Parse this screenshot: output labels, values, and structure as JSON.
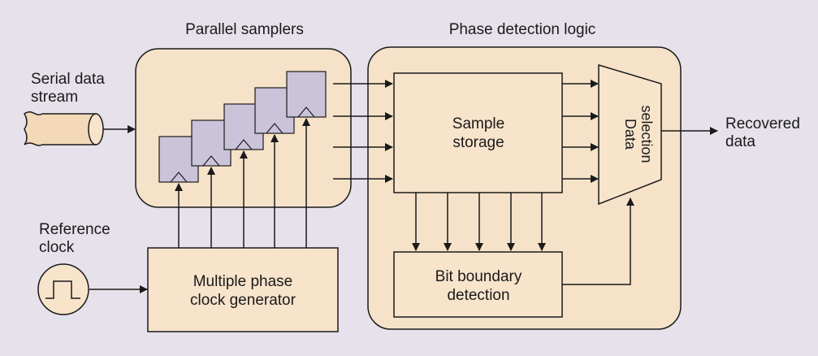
{
  "diagram": {
    "groups": {
      "parallel_samplers": "Parallel samplers",
      "phase_detection_logic": "Phase detection logic"
    },
    "inputs": {
      "serial_data_line1": "Serial data",
      "serial_data_line2": "stream",
      "reference_clock_line1": "Reference",
      "reference_clock_line2": "clock"
    },
    "blocks": {
      "clock_generator_line1": "Multiple phase",
      "clock_generator_line2": "clock generator",
      "sample_storage_line1": "Sample",
      "sample_storage_line2": "storage",
      "bit_boundary_line1": "Bit boundary",
      "bit_boundary_line2": "detection",
      "data_selection_line1": "Data",
      "data_selection_line2": "selection"
    },
    "outputs": {
      "recovered_line1": "Recovered",
      "recovered_line2": "data"
    },
    "colors": {
      "background": "#e6e1ea",
      "group_fill": "#f6e2c8",
      "block_fill": "#f8e4cb",
      "flipflop_fill": "#cbc3da",
      "line": "#1a1a1a"
    }
  }
}
